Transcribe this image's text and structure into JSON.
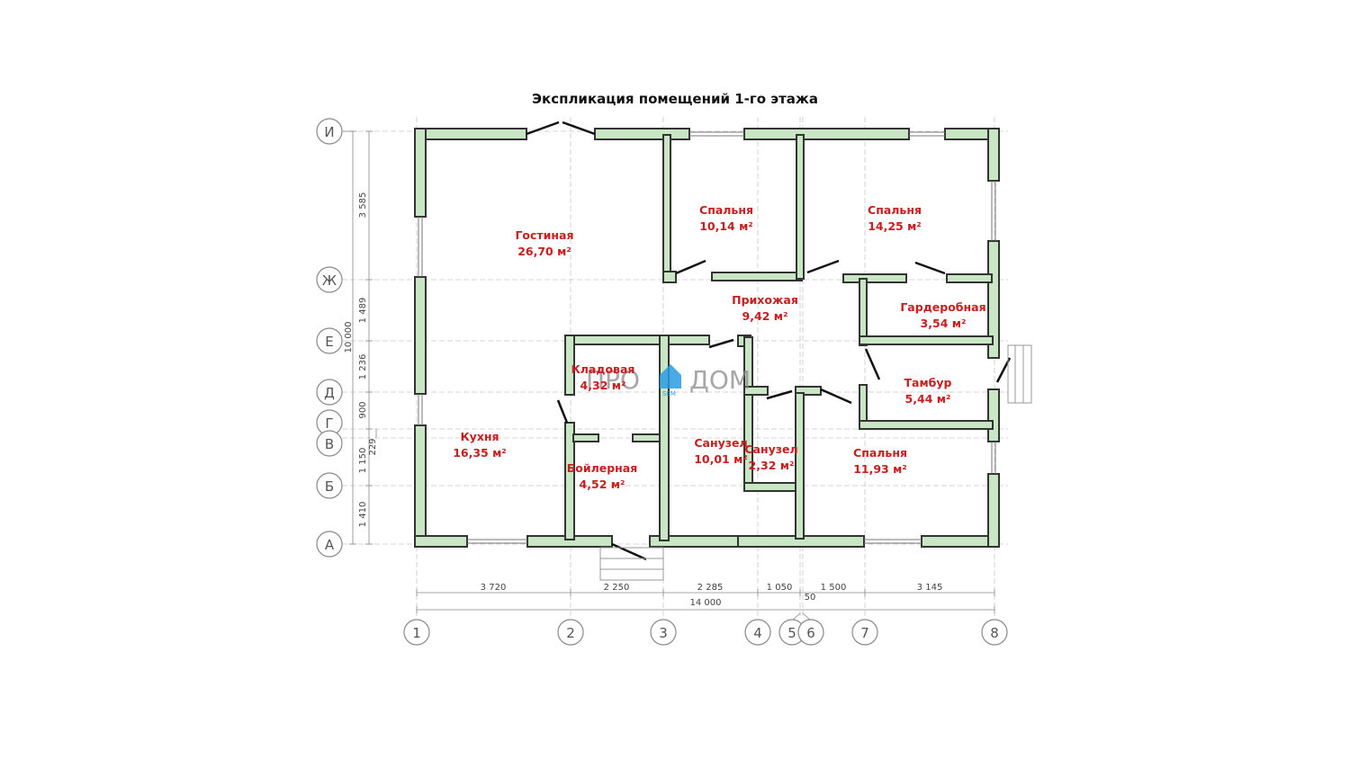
{
  "title": "Экспликация помещений 1-го этажа",
  "colors": {
    "wall_fill": "#c8e6c4",
    "room_label": "#c81e1e",
    "logo_accent": "#2a9be0"
  },
  "rooms": [
    {
      "name": "Гостиная",
      "area": "26,70 м²"
    },
    {
      "name": "Спальня",
      "area": "10,14 м²"
    },
    {
      "name": "Спальня",
      "area": "14,25 м²"
    },
    {
      "name": "Прихожая",
      "area": "9,42 м²"
    },
    {
      "name": "Гардеробная",
      "area": "3,54 м²"
    },
    {
      "name": "Кладовая",
      "area": "4,32 м²"
    },
    {
      "name": "Тамбур",
      "area": "5,44 м²"
    },
    {
      "name": "Кухня",
      "area": "16,35 м²"
    },
    {
      "name": "Санузел",
      "area": "10,01 м²"
    },
    {
      "name": "Санузел",
      "area": "2,32 м²"
    },
    {
      "name": "Бойлерная",
      "area": "4,52 м²"
    },
    {
      "name": "Спальня",
      "area": "11,93 м²"
    }
  ],
  "axes_letters": [
    "И",
    "Ж",
    "Е",
    "Д",
    "Г",
    "В",
    "Б",
    "А"
  ],
  "axes_numbers": [
    "1",
    "2",
    "3",
    "4",
    "5",
    "6",
    "7",
    "8"
  ],
  "dims_bottom": [
    "3 720",
    "2 250",
    "2 285",
    "1 050",
    "1 500",
    "3 145"
  ],
  "dim_bottom_total": "14 000",
  "dim_bottom_small": "50",
  "dims_left": [
    "3 585",
    "1 489",
    "1 236",
    "900",
    "1 150",
    "1 410"
  ],
  "dim_left_small": "229",
  "dim_left_total": "10 000",
  "logo": {
    "part1": "ПРО",
    "part2": "ДОМ",
    "sub": "SEM"
  }
}
